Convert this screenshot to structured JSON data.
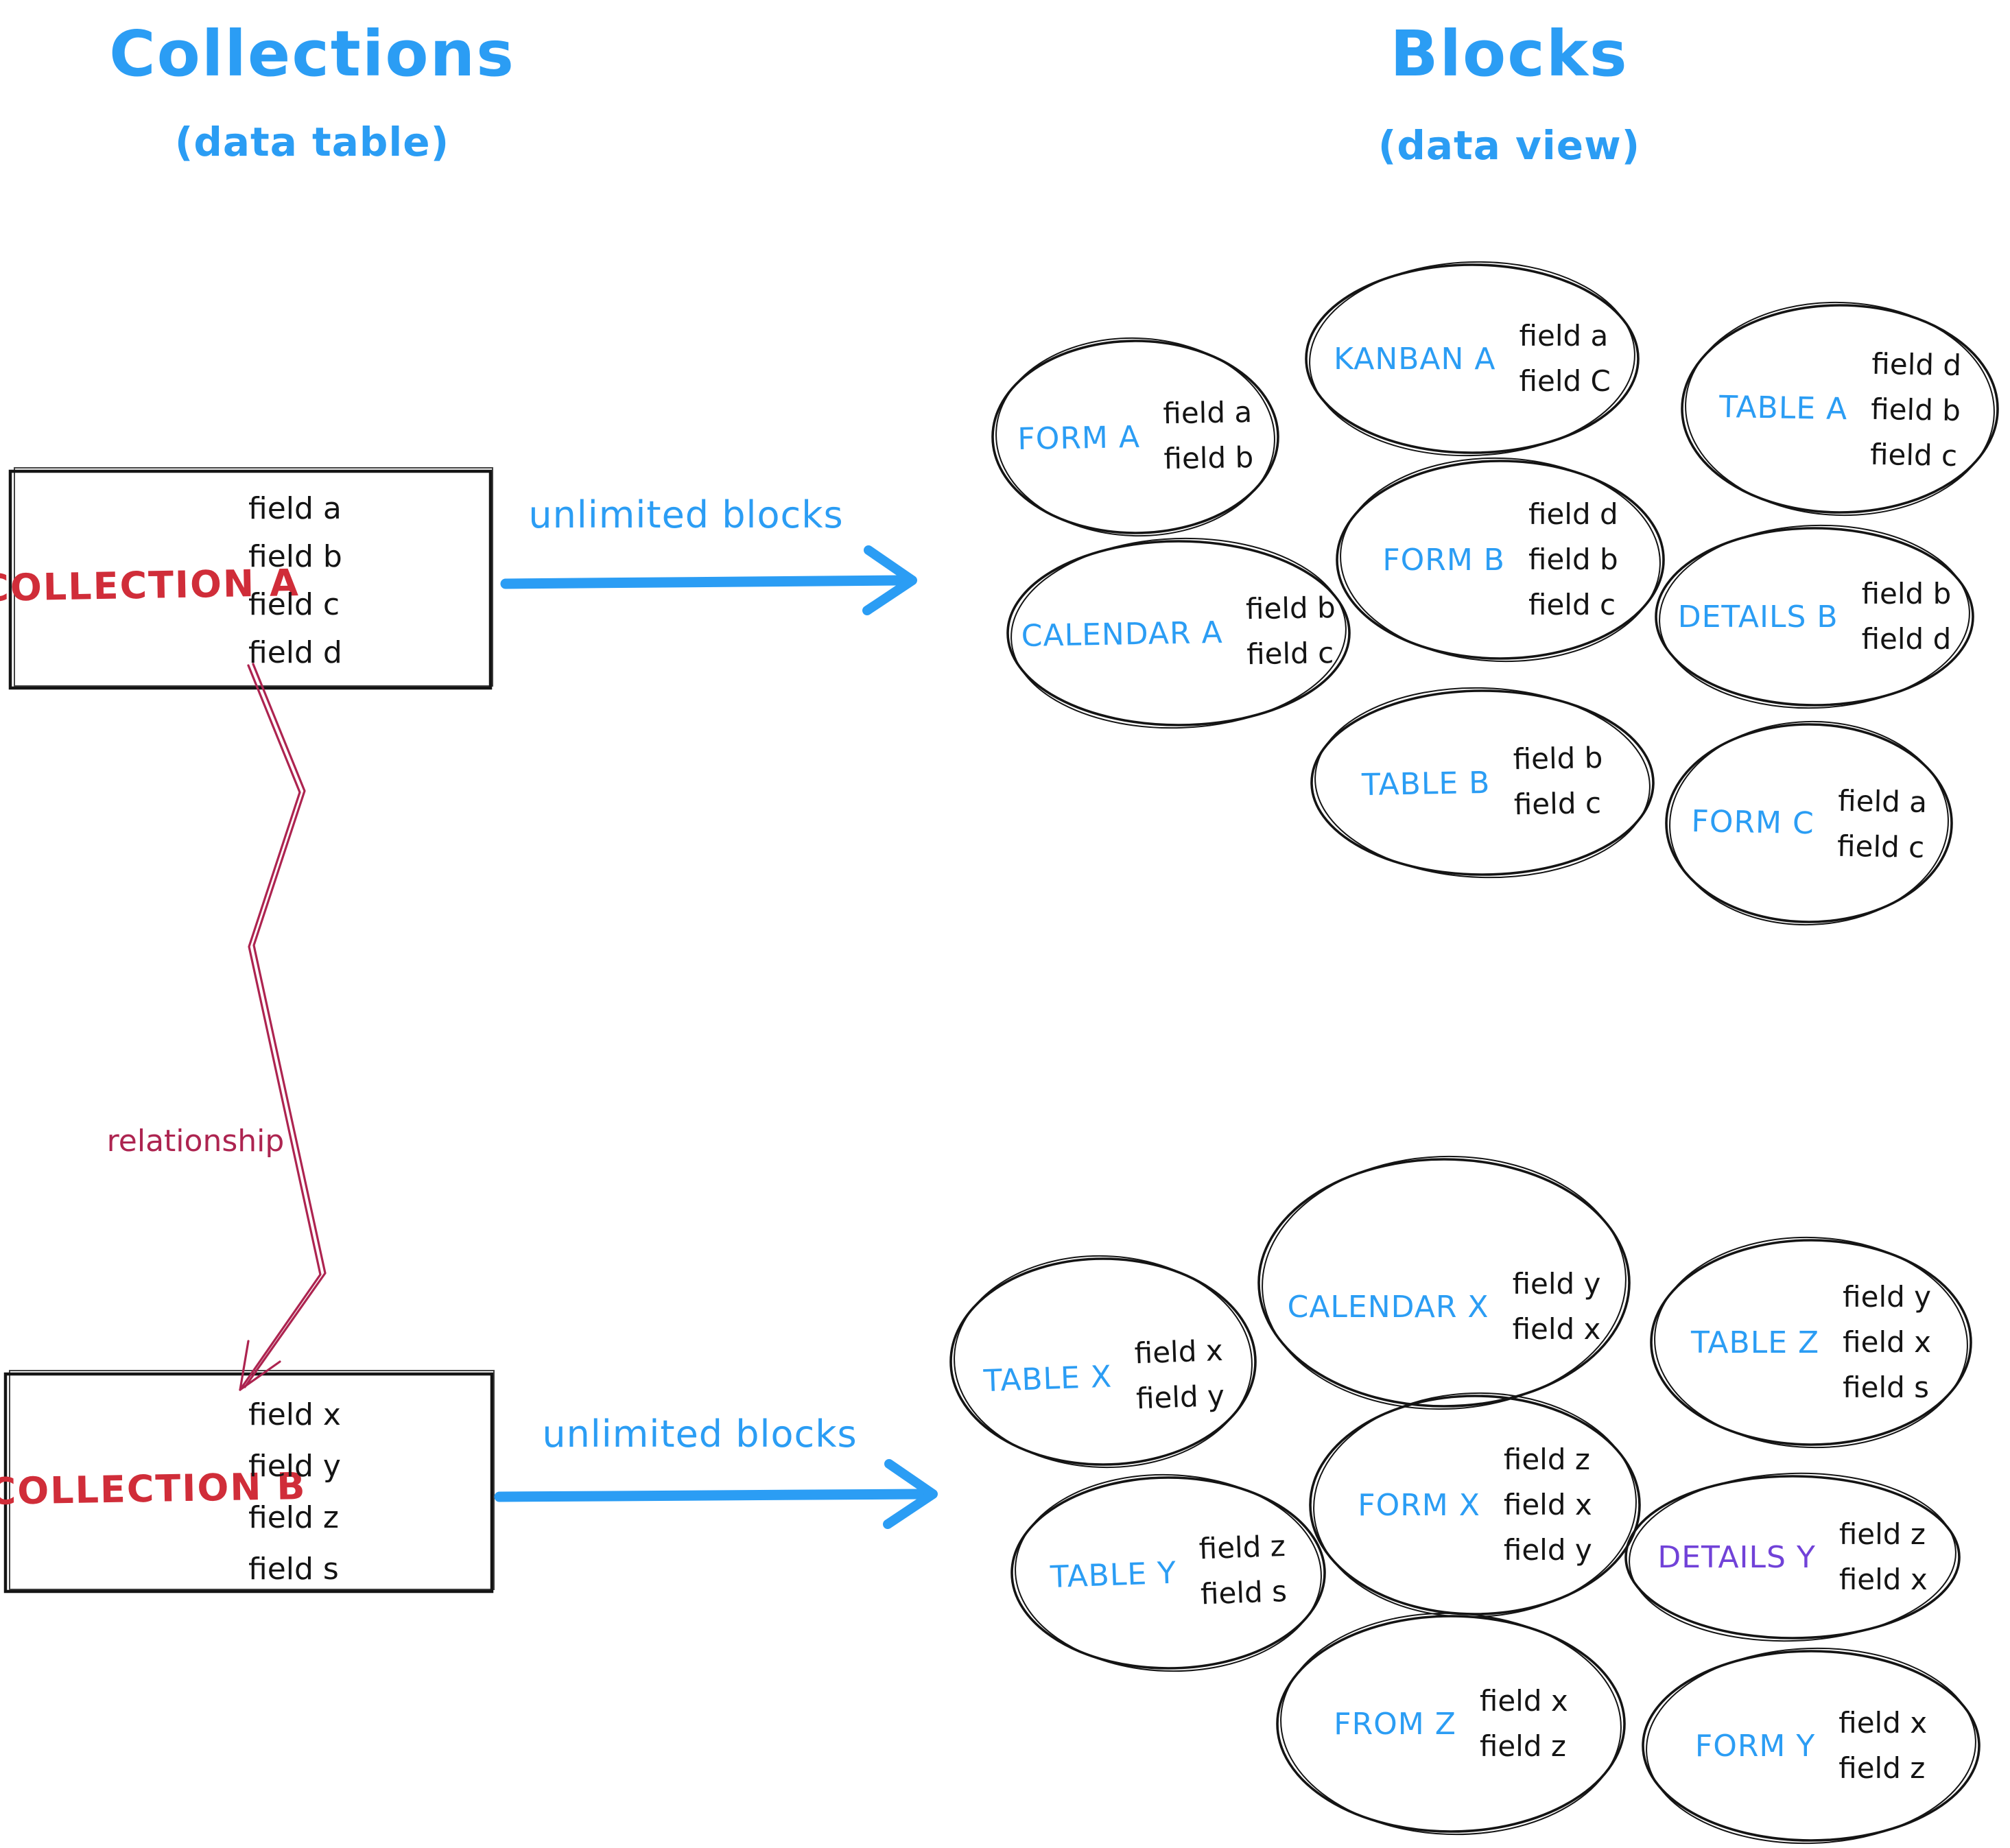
{
  "header": {
    "left_title": "Collections",
    "left_subtitle": "(data table)",
    "right_title": "Blocks",
    "right_subtitle": "(data view)"
  },
  "collection_a": {
    "name": "COLLECTION A",
    "fields": [
      "field a",
      "field b",
      "field c",
      "field d"
    ]
  },
  "collection_b": {
    "name": "COLLECTION B",
    "fields": [
      "field x",
      "field y",
      "field z",
      "field s"
    ]
  },
  "arrows": {
    "a_label": "unlimited blocks",
    "b_label": "unlimited blocks",
    "relationship_label": "relationship"
  },
  "blocks_a": [
    {
      "label": "FORM A",
      "fields": [
        "field a",
        "field b"
      ]
    },
    {
      "label": "KANBAN A",
      "fields": [
        "field a",
        "field C"
      ]
    },
    {
      "label": "TABLE A",
      "fields": [
        "field d",
        "field b",
        "field c"
      ]
    },
    {
      "label": "CALENDAR A",
      "fields": [
        "field b",
        "field c"
      ]
    },
    {
      "label": "FORM B",
      "fields": [
        "field d",
        "field b",
        "field c"
      ]
    },
    {
      "label": "DETAILS B",
      "fields": [
        "field b",
        "field d"
      ]
    },
    {
      "label": "TABLE B",
      "fields": [
        "field b",
        "field c"
      ]
    },
    {
      "label": "FORM C",
      "fields": [
        "field a",
        "field c"
      ]
    }
  ],
  "blocks_b": [
    {
      "label": "TABLE X",
      "fields": [
        "field x",
        "field y"
      ]
    },
    {
      "label": "CALENDAR X",
      "fields": [
        "field y",
        "field x"
      ]
    },
    {
      "label": "TABLE Z",
      "fields": [
        "field y",
        "field x",
        "field s"
      ]
    },
    {
      "label": "FORM X",
      "fields": [
        "field z",
        "field x",
        "field y"
      ]
    },
    {
      "label": "TABLE Y",
      "fields": [
        "field z",
        "field s"
      ]
    },
    {
      "label": "DETAILS Y",
      "fields": [
        "field z",
        "field x"
      ]
    },
    {
      "label": "FROM Z",
      "fields": [
        "field x",
        "field z"
      ]
    },
    {
      "label": "FORM Y",
      "fields": [
        "field x",
        "field z"
      ]
    }
  ],
  "colors": {
    "blue": "#2b9df4",
    "red": "#d02d39",
    "relationship": "#ad2450",
    "purple": "#7142d8",
    "ink": "#141414"
  }
}
